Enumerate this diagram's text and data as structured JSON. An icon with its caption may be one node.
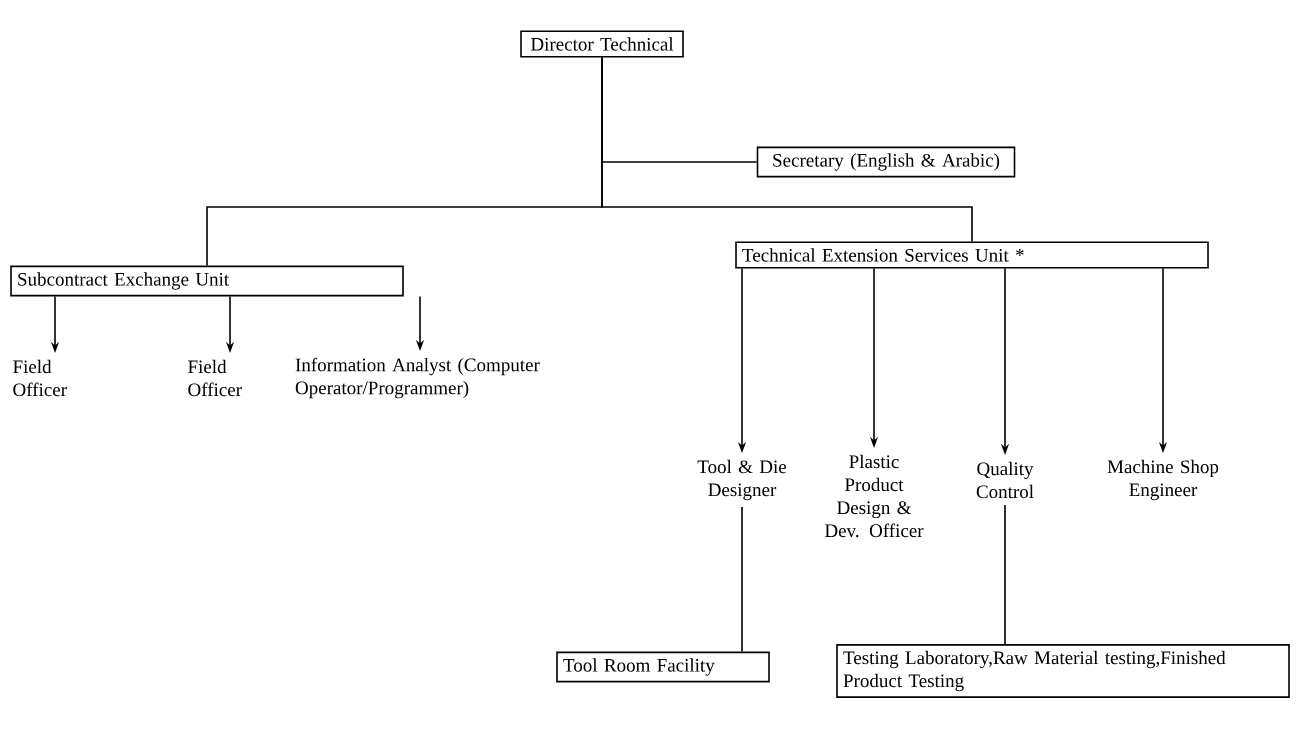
{
  "diagram": {
    "nodes": [
      {
        "text": [
          "Director Technical"
        ]
      },
      {
        "text": [
          "Secretary (English & Arabic)"
        ]
      },
      {
        "text": [
          "Subcontract Exchange Unit"
        ]
      },
      {
        "text": [
          "Technical Extension Services Unit *"
        ]
      },
      {
        "text": [
          "Field Officer"
        ]
      },
      {
        "text": [
          "Field Officer"
        ]
      },
      {
        "text": [
          "Information Analyst (Computer Operator/Programmer)"
        ]
      },
      {
        "text": [
          "Tool & Die Designer"
        ]
      },
      {
        "text": [
          "Plastic Product Design & Dev. Officer"
        ]
      },
      {
        "text": [
          "Quality Control"
        ]
      },
      {
        "text": [
          "Machine Shop Engineer"
        ]
      },
      {
        "text": [
          "Tool Room Facility"
        ]
      },
      {
        "text": [
          "Testing Laboratory,Raw Material testing,Finished Product Testing"
        ]
      }
    ],
    "edges": [
      {
        "from": 0,
        "to": 1,
        "arrow": "none"
      },
      {
        "from": 0,
        "to": 2,
        "arrow": "none"
      },
      {
        "from": 0,
        "to": 3,
        "arrow": "none"
      },
      {
        "from": 2,
        "to": 4,
        "arrow": "to"
      },
      {
        "from": 2,
        "to": 5,
        "arrow": "to"
      },
      {
        "from": 2,
        "to": 6,
        "arrow": "to"
      },
      {
        "from": 3,
        "to": 7,
        "arrow": "to"
      },
      {
        "from": 3,
        "to": 8,
        "arrow": "to"
      },
      {
        "from": 3,
        "to": 9,
        "arrow": "to"
      },
      {
        "from": 3,
        "to": 10,
        "arrow": "to"
      },
      {
        "from": 7,
        "to": 11,
        "arrow": "none"
      },
      {
        "from": 9,
        "to": 12,
        "arrow": "none"
      }
    ]
  }
}
